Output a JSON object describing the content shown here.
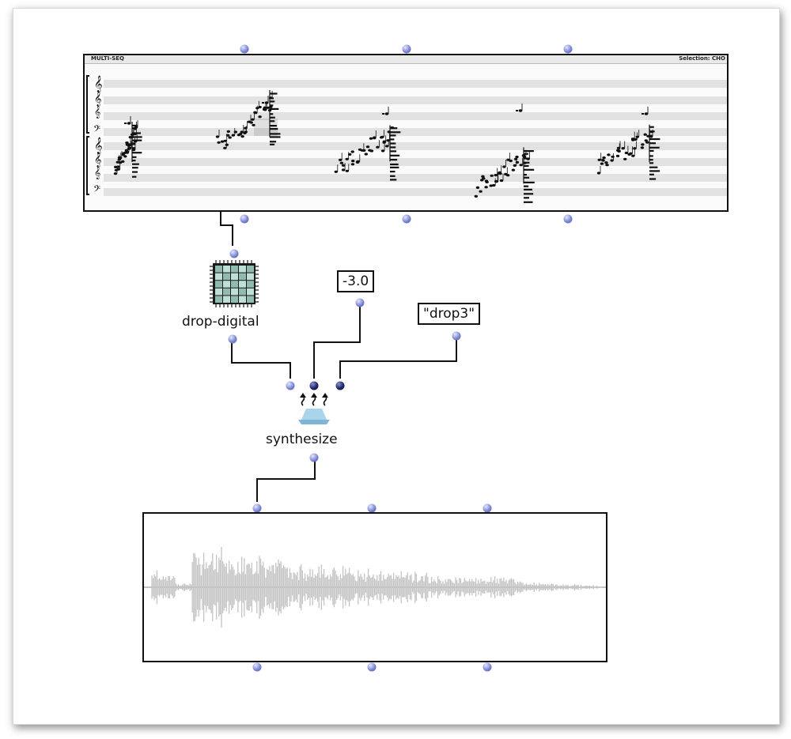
{
  "patch": {
    "score": {
      "title": "MULTI-SEQ",
      "selection": "Selection: CHO"
    },
    "drop_digital": {
      "label": "drop-digital"
    },
    "param1": {
      "value": "-3.0"
    },
    "param2": {
      "value": "\"drop3\""
    },
    "synthesize": {
      "label": "synthesize"
    }
  },
  "colors": {
    "inlet": "#7c86d2",
    "inlet_active": "#1c2466",
    "waveform": "#c4c4c4",
    "staff_band": "#e2e2e2",
    "chip_body": "#1a1a1a",
    "chip_cell": "#bfe0d6",
    "synth_icon": "#a9d4ea"
  },
  "icons": {
    "drop_digital": "chip-icon",
    "synthesize": "synthesize-icon",
    "clef_treble": "treble-clef",
    "clef_bass": "bass-clef"
  }
}
